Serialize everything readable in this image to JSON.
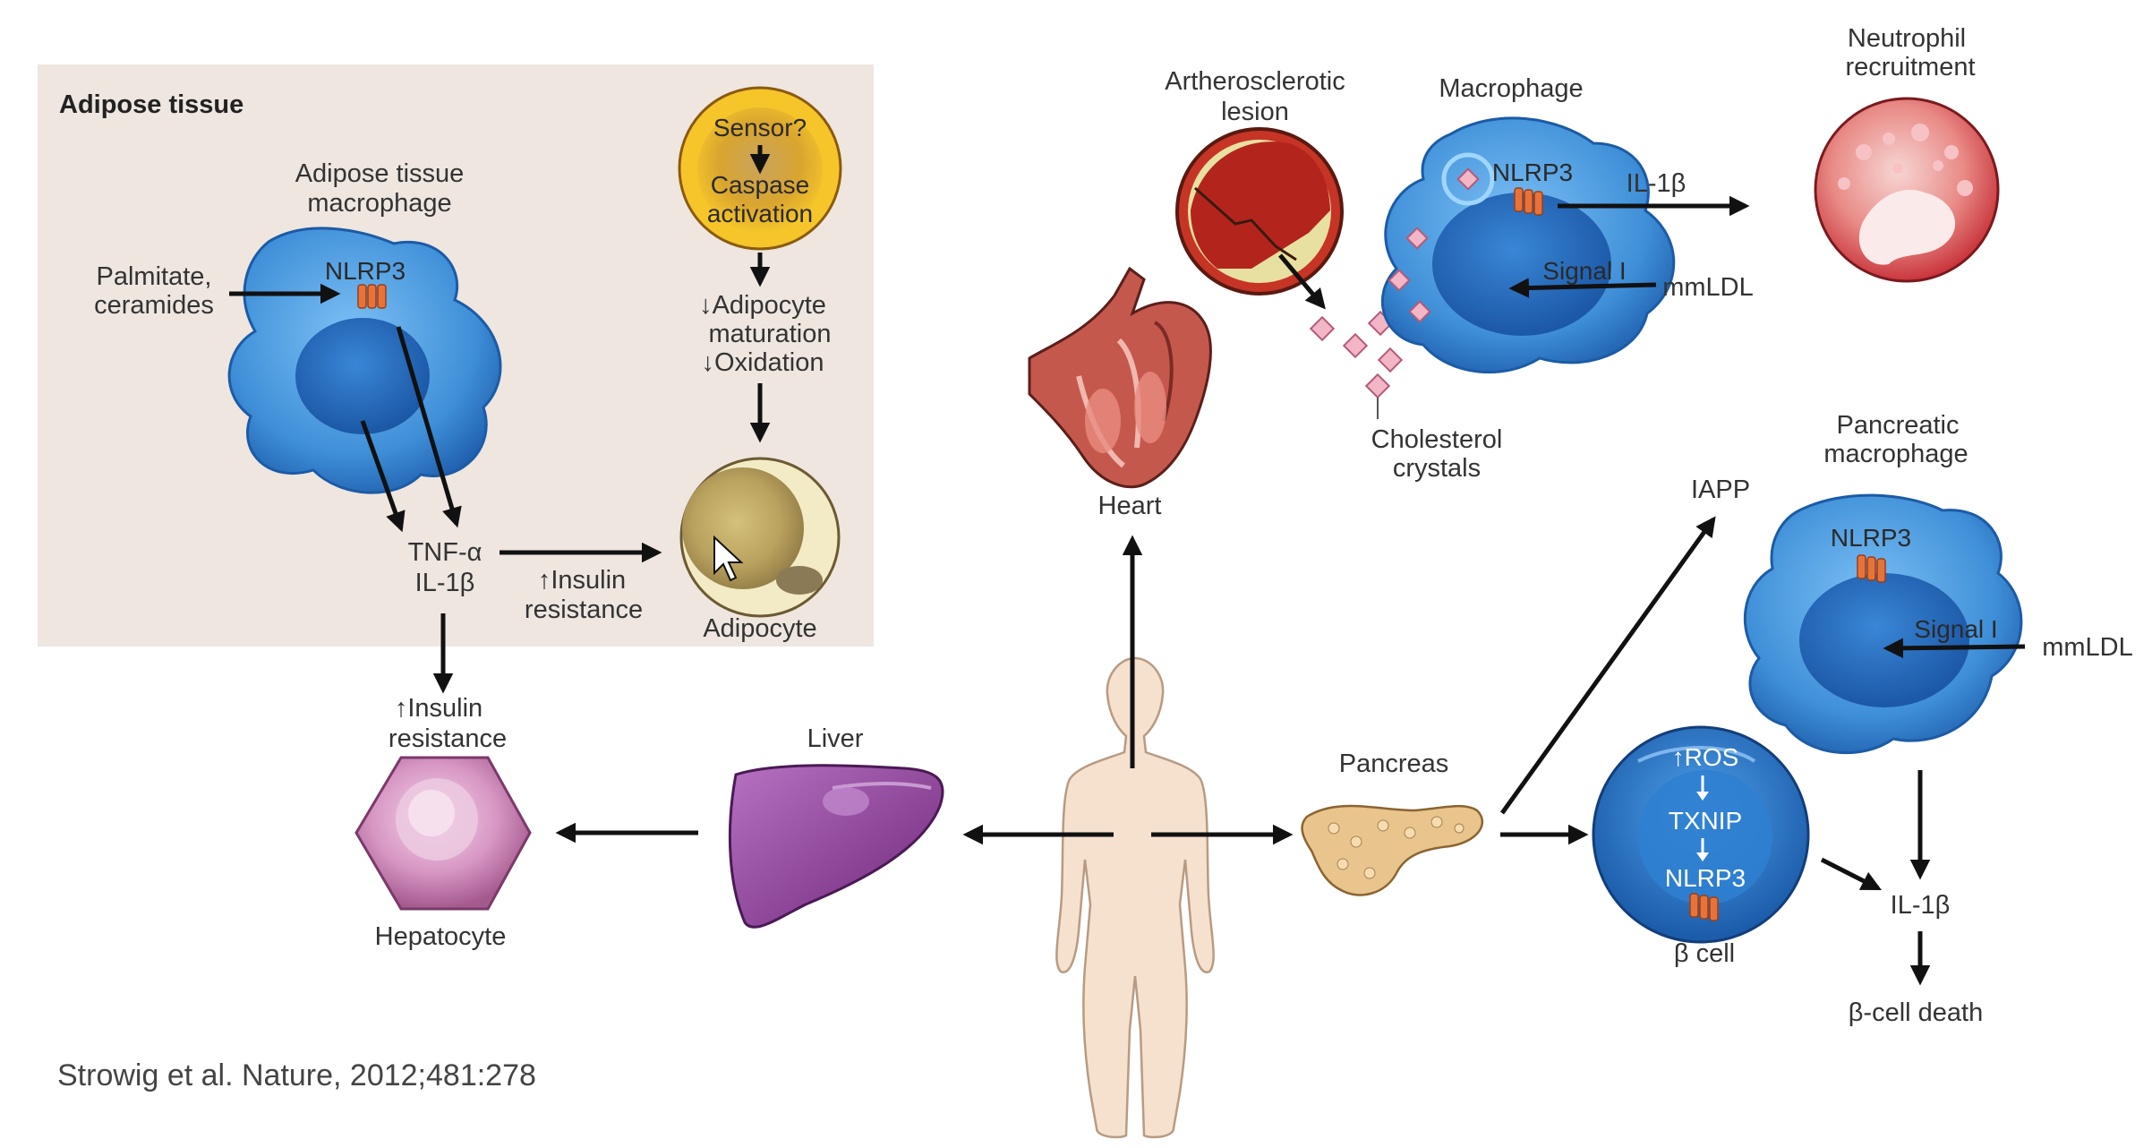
{
  "colors": {
    "adipose_panel_bg": "#eee6df",
    "macrophage_blue": "#3f8fd8",
    "macrophage_nucleus": "#2a6fc0",
    "inflammasome_orange": "#e8733a",
    "crystal_pink": "#f2b6c6",
    "heart_red": "#b94a3e",
    "liver_purple": "#8e3c99",
    "hepatocyte_pink": "#c97fb4",
    "pancreas_tan": "#e9c48d",
    "neutrophil_red": "#e05b5e",
    "adipocyte_cream": "#efe4b8",
    "sensor_yellow": "#f2c230"
  },
  "adipose": {
    "panel_title": "Adipose tissue",
    "macrophage_label_1": "Adipose tissue",
    "macrophage_label_2": "macrophage",
    "nlrp3": "NLRP3",
    "input_1": "Palmitate,",
    "input_2": "ceramides",
    "sensor": "Sensor?",
    "caspase_1": "Caspase",
    "caspase_2": "activation",
    "effect_1": "↓Adipocyte",
    "effect_2": "maturation",
    "effect_3": "↓Oxidation",
    "cytokine_1": "TNF-α",
    "cytokine_2": "IL-1β",
    "insulin_1": "↑Insulin",
    "insulin_2": "resistance",
    "adipocyte": "Adipocyte"
  },
  "liver_branch": {
    "insulin_1": "↑Insulin",
    "insulin_2": "resistance",
    "hepatocyte": "Hepatocyte",
    "liver": "Liver"
  },
  "heart_branch": {
    "heart": "Heart",
    "lesion_1": "Artherosclerotic",
    "lesion_2": "lesion",
    "macrophage": "Macrophage",
    "nlrp3": "NLRP3",
    "il1b": "IL-1β",
    "signal": "Signal I",
    "mmldl": "mmLDL",
    "crystals_1": "Cholesterol",
    "crystals_2": "crystals",
    "neutrophil_1": "Neutrophil",
    "neutrophil_2": "recruitment"
  },
  "pancreas_branch": {
    "pancreas": "Pancreas",
    "iapp": "IAPP",
    "macrophage_1": "Pancreatic",
    "macrophage_2": "macrophage",
    "nlrp3": "NLRP3",
    "signal": "Signal I",
    "mmldl": "mmLDL",
    "ros": "↑ROS",
    "txnip": "TXNIP",
    "beta_nlrp3": "NLRP3",
    "beta_cell": "β cell",
    "il1b": "IL-1β",
    "death": "β-cell death"
  },
  "citation": "Strowig et al. Nature, 2012;481:278"
}
